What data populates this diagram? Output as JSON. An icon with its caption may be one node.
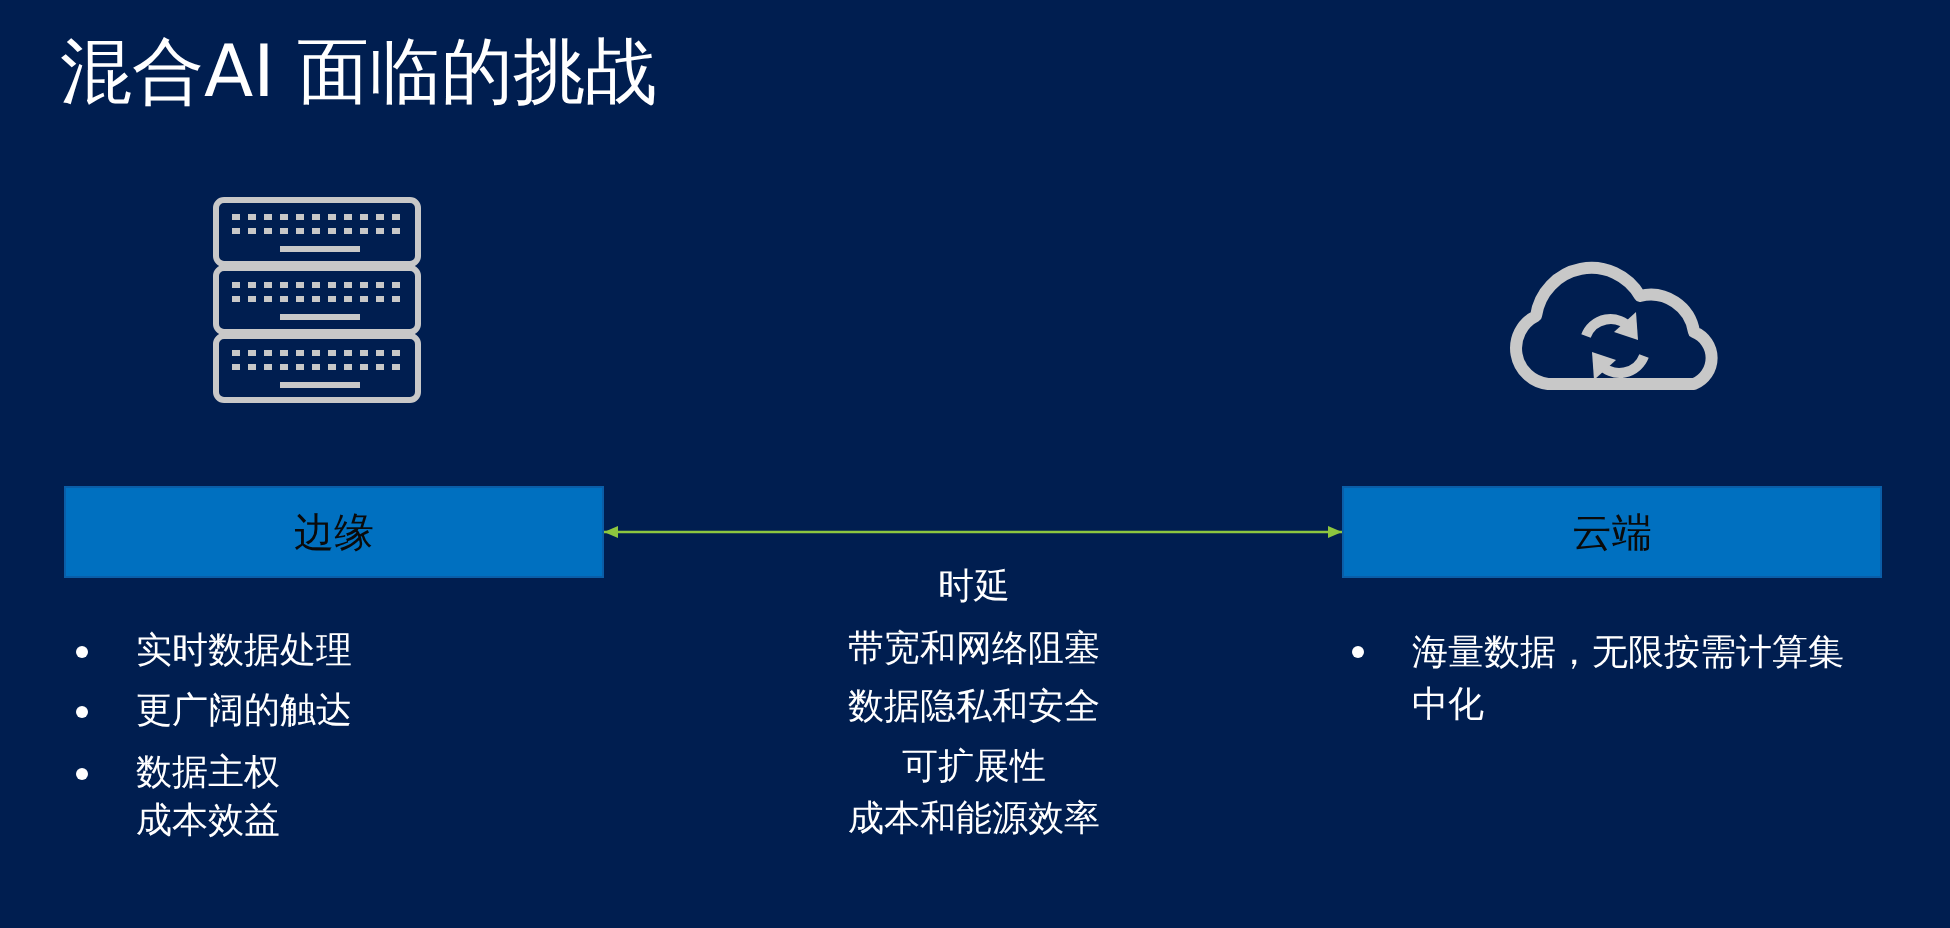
{
  "diagram": {
    "title": "混合AI 面临的挑战",
    "nodes": [
      {
        "text": [
          "边缘"
        ]
      },
      {
        "text": [
          "云端"
        ]
      }
    ],
    "edges": [
      {
        "from": 0,
        "to": 1,
        "arrow": "both"
      }
    ],
    "labels": [
      "实时数据处理",
      "更广阔的触达",
      "数据主权",
      "成本效益",
      "时延",
      "带宽和网络阻塞",
      "数据隐私和安全",
      "可扩展性",
      "成本和能源效率",
      "海量数据，无限按需计算集中化"
    ]
  }
}
